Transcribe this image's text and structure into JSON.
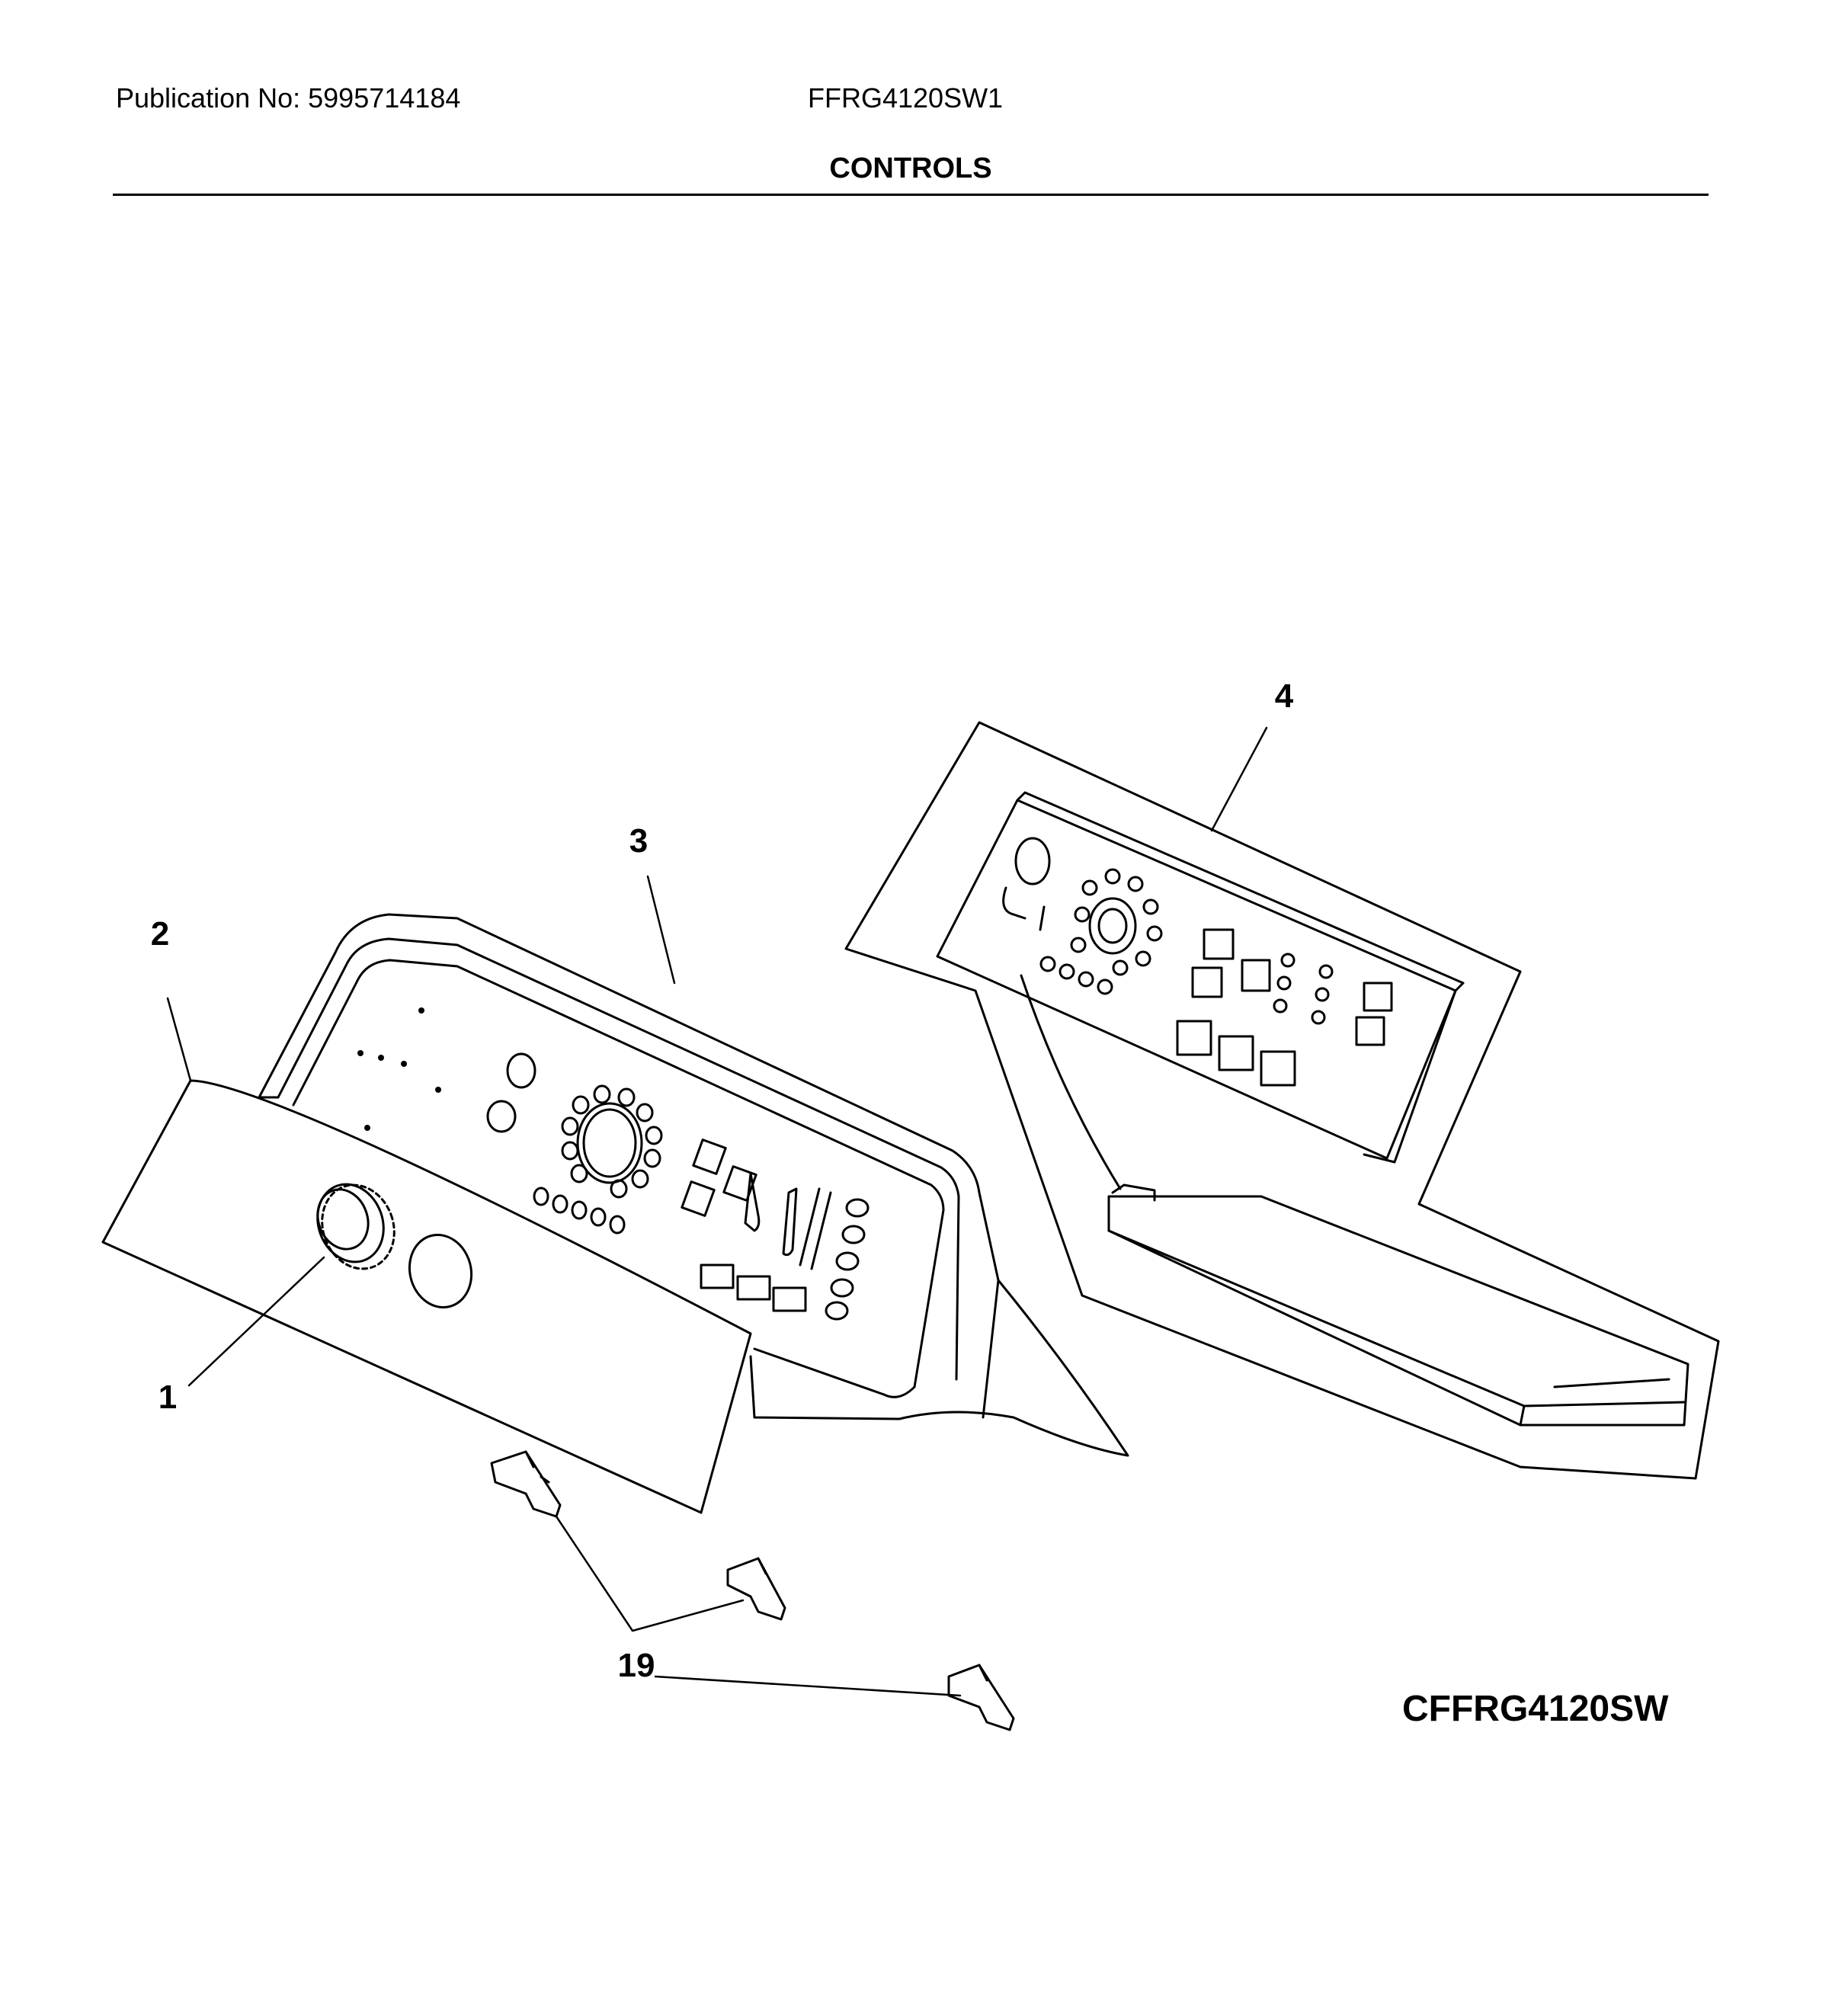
{
  "header": {
    "publication": "Publication No: 5995714184",
    "model": "FFRG4120SW1",
    "section": "CONTROLS"
  },
  "callouts": {
    "c1": "1",
    "c2": "2",
    "c3": "3",
    "c4": "4",
    "c19": "19"
  },
  "diagram_code": "CFFRG4120SW"
}
